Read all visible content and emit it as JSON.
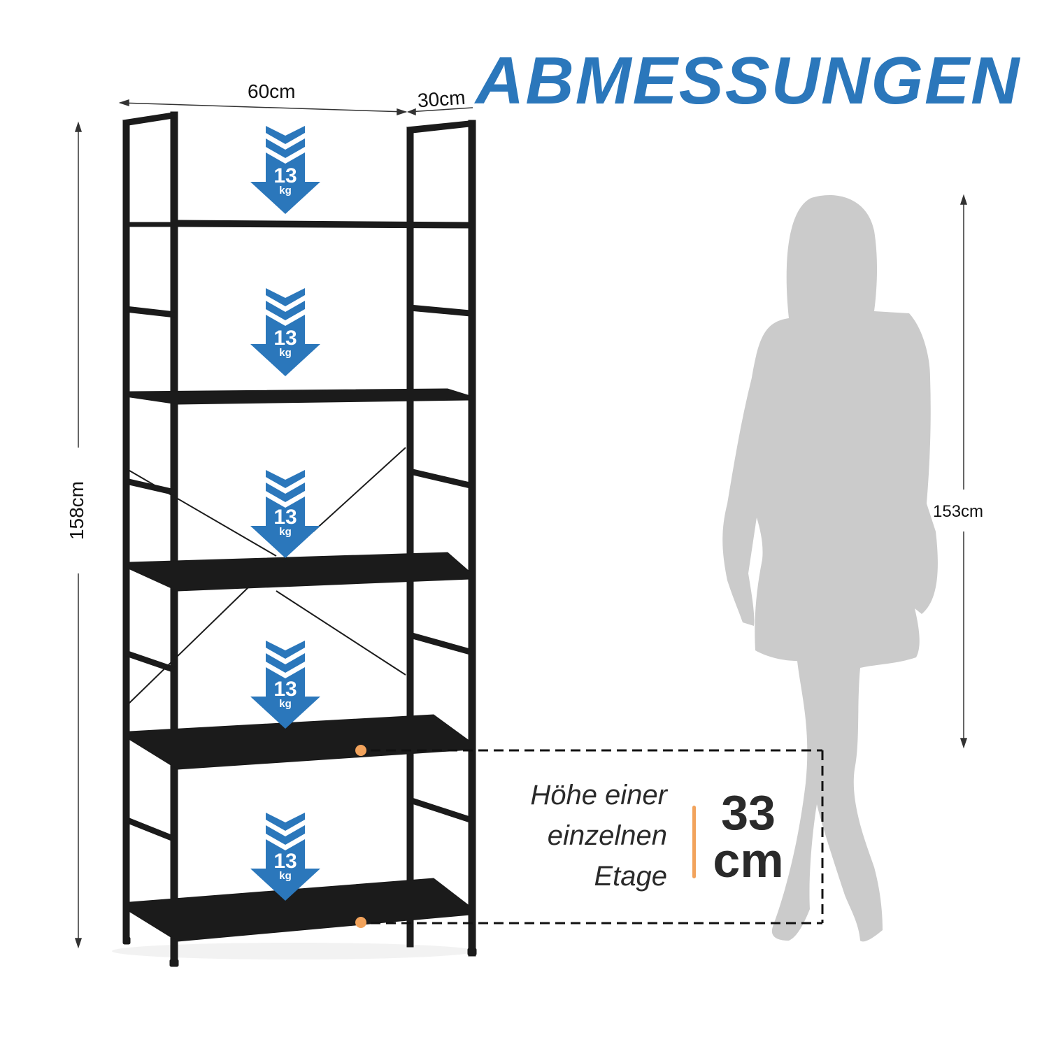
{
  "title": "ABMESSUNGEN",
  "colors": {
    "accent_blue": "#2b77bb",
    "frame_black": "#1a1a1a",
    "silhouette_gray": "#cbcbcb",
    "orange": "#f2a35c",
    "text_dark": "#2a2a2a"
  },
  "dimensions": {
    "width": "60cm",
    "depth": "30cm",
    "shelf_height_total": "158cm",
    "person_height": "153cm"
  },
  "load_badges": [
    {
      "value": "13",
      "unit": "kg",
      "icon": "down-arrow-weight-icon"
    },
    {
      "value": "13",
      "unit": "kg",
      "icon": "down-arrow-weight-icon"
    },
    {
      "value": "13",
      "unit": "kg",
      "icon": "down-arrow-weight-icon"
    },
    {
      "value": "13",
      "unit": "kg",
      "icon": "down-arrow-weight-icon"
    },
    {
      "value": "13",
      "unit": "kg",
      "icon": "down-arrow-weight-icon"
    }
  ],
  "tier_info": {
    "label_lines": [
      "Höhe einer",
      "einzelnen",
      "Etage"
    ],
    "value": "33",
    "unit": "cm"
  },
  "shelf_tiers": 5
}
